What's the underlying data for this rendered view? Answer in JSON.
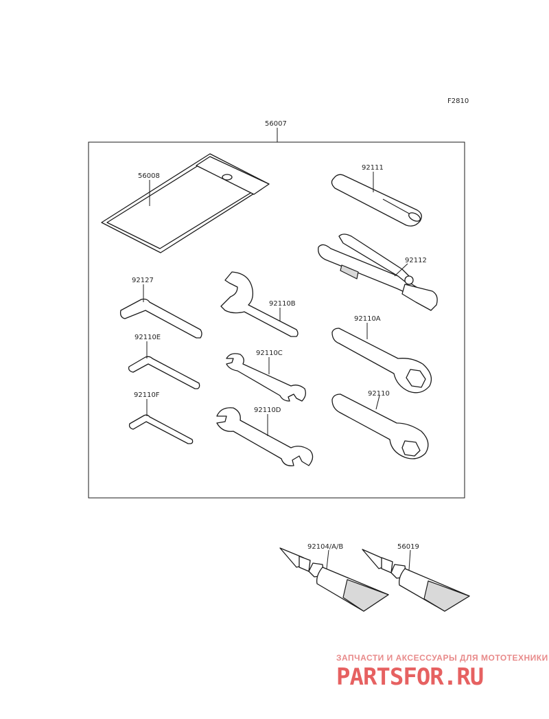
{
  "figure_code": "F2810",
  "kit": {
    "part_no": "56007"
  },
  "parts": {
    "bag": "56008",
    "screwdriver_handle": "92111",
    "pliers": "92112",
    "hex_key_large": "92127",
    "hook_wrench": "92110B",
    "hex_key_medium": "92110E",
    "wrench_small": "92110C",
    "ring_wrench_a": "92110A",
    "hex_key_small": "92110F",
    "wrench_medium": "92110D",
    "ring_wrench": "92110",
    "grease_tube_a": "92104/A/B",
    "grease_tube_b": "56019"
  },
  "watermark": {
    "tagline": "ЗАПЧАСТИ И АКСЕССУАРЫ ДЛЯ МОТОТЕХНИКИ",
    "logo": "PARTSFOR.RU"
  }
}
